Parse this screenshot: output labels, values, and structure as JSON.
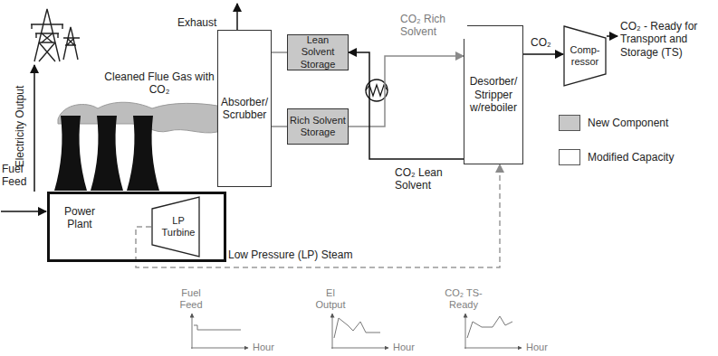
{
  "diagram": {
    "nodes": [
      {
        "text": [
          "Power Plant"
        ]
      },
      {
        "text": [
          "LP Turbine"
        ],
        "in": 0
      },
      {
        "text": [
          "Absorber/ Scrubber"
        ]
      },
      {
        "text": [
          "Lean Solvent Storage"
        ]
      },
      {
        "text": [
          "Rich Solvent Storage"
        ]
      },
      {
        "text": [
          "Desorber/ Stripper w/reboiler"
        ]
      },
      {
        "text": [
          "Comp- ressor"
        ]
      }
    ],
    "edges": [
      {
        "from": 3,
        "to": 2,
        "arrow": "none"
      },
      {
        "from": 2,
        "to": 4,
        "arrow": "none"
      },
      {
        "from": 4,
        "to": 5,
        "arrow": "to",
        "label": "CO₂ Rich Solvent"
      },
      {
        "from": 5,
        "to": 3,
        "arrow": "to",
        "label": "CO₂ Lean Solvent"
      },
      {
        "from": 5,
        "to": 6,
        "arrow": "to",
        "label": "CO₂"
      },
      {
        "from": 1,
        "to": 5,
        "arrow": "to",
        "label": "Low Pressure (LP) Steam"
      }
    ],
    "labels": [
      "Fuel Feed",
      "Electricity Output",
      "Cleaned Flue Gas with CO₂",
      "Exhaust",
      "CO₂ - Ready for Transport and Storage (TS)",
      "Fuel Feed",
      "Hour",
      "El Output",
      "Hour",
      "CO₂ TS-Ready",
      "Hour"
    ],
    "legend": [
      {
        "text": "New Component",
        "color": "#c8c8c8"
      },
      {
        "text": "Modified Capacity",
        "color": "#ffffff"
      }
    ]
  }
}
